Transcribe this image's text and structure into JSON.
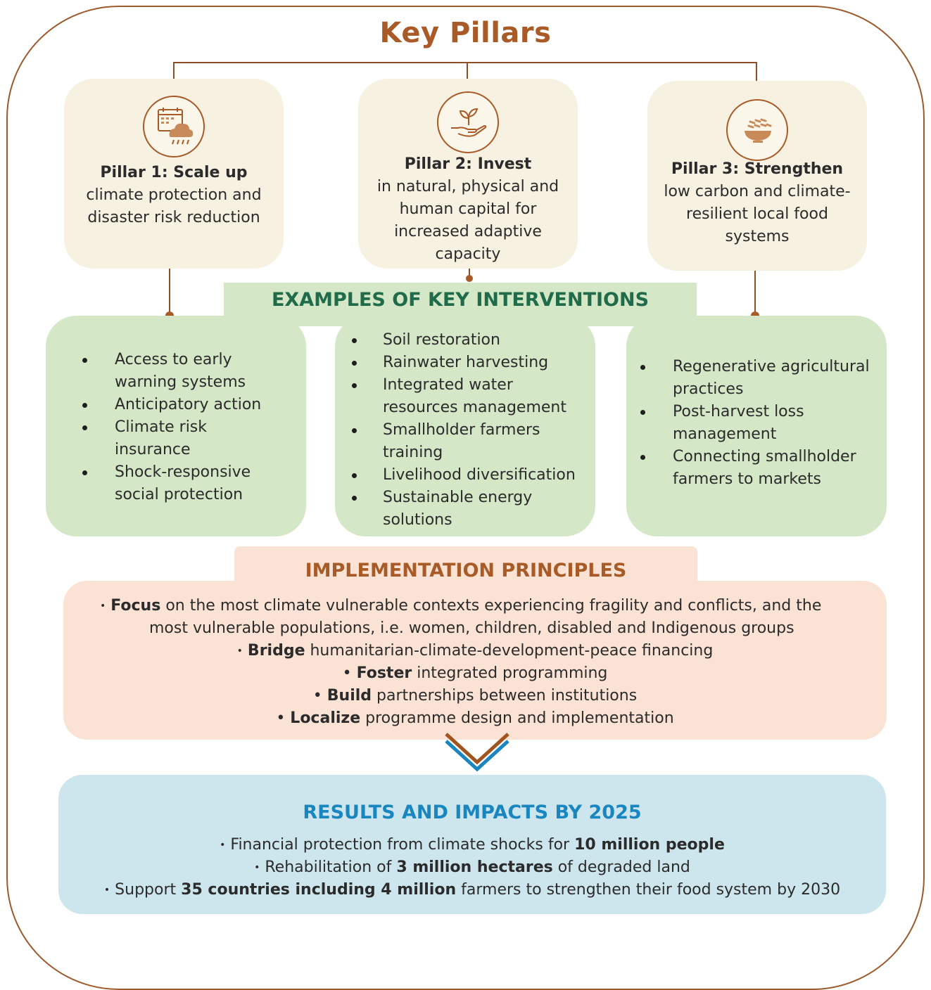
{
  "title": "Key Pillars",
  "pillars": [
    {
      "title": "Pillar 1: Scale up",
      "desc_lines": [
        "climate protection and",
        "disaster risk reduction"
      ],
      "icon": "calendar-rain-cloud-icon"
    },
    {
      "title": "Pillar 2: Invest",
      "desc_lines": [
        "in natural, physical and",
        "human capital for",
        "increased adaptive",
        "capacity"
      ],
      "icon": "hand-seedling-icon"
    },
    {
      "title": "Pillar 3: Strengthen",
      "desc_lines": [
        "low carbon and climate-",
        "resilient local food",
        "systems"
      ],
      "icon": "grain-bowl-icon"
    }
  ],
  "interventions": {
    "heading": "EXAMPLES OF KEY INTERVENTIONS",
    "columns": [
      [
        [
          "Access to early",
          "warning systems"
        ],
        [
          "Anticipatory  action"
        ],
        [
          "Climate risk",
          "insurance"
        ],
        [
          "Shock-responsive",
          "social protection"
        ]
      ],
      [
        [
          "Soil restoration"
        ],
        [
          "Rainwater harvesting"
        ],
        [
          "Integrated water",
          "resources management"
        ],
        [
          "Smallholder farmers",
          "training"
        ],
        [
          "Livelihood diversification"
        ],
        [
          "Sustainable energy",
          "solutions"
        ]
      ],
      [
        [
          "Regenerative agricultural",
          "practices"
        ],
        [
          "Post-harvest loss",
          "management"
        ],
        [
          "Connecting smallholder",
          "farmers to markets"
        ]
      ]
    ]
  },
  "principles": {
    "heading": "IMPLEMENTATION PRINCIPLES",
    "items": [
      {
        "bullet": "•",
        "bold": "Focus",
        "text": " on the most climate vulnerable contexts experiencing fragility and conflicts, and the",
        "cont": "most vulnerable populations, i.e. women, children, disabled and Indigenous groups"
      },
      {
        "bullet": "•",
        "bold": "Bridge",
        "text": " humanitarian-climate-development-peace financing"
      },
      {
        "bullet": "•",
        "bold": "Foster",
        "text": " integrated programming"
      },
      {
        "bullet": "•",
        "bold": "Build",
        "text": " partnerships between institutions"
      },
      {
        "bullet": "•",
        "bold": "Localize",
        "text": " programme design and implementation"
      }
    ]
  },
  "results": {
    "heading": "RESULTS AND IMPACTS BY 2025",
    "items": [
      {
        "bullet": "•",
        "pre": " Financial protection from climate shocks for ",
        "bold": "10 million people",
        "post": ""
      },
      {
        "bullet": "•",
        "pre": " Rehabilitation of ",
        "bold": "3 million hectares",
        "post": " of degraded land"
      },
      {
        "bullet": "•",
        "pre": " Support ",
        "bold": "35 countries including 4 million",
        "post": " farmers to strengthen their food system by 2030"
      }
    ]
  },
  "colors": {
    "accent_brown": "#a85a27",
    "heading_green": "#1f6b4a",
    "heading_blue": "#1a86c0",
    "chevron_blue": "#1a86c0"
  }
}
